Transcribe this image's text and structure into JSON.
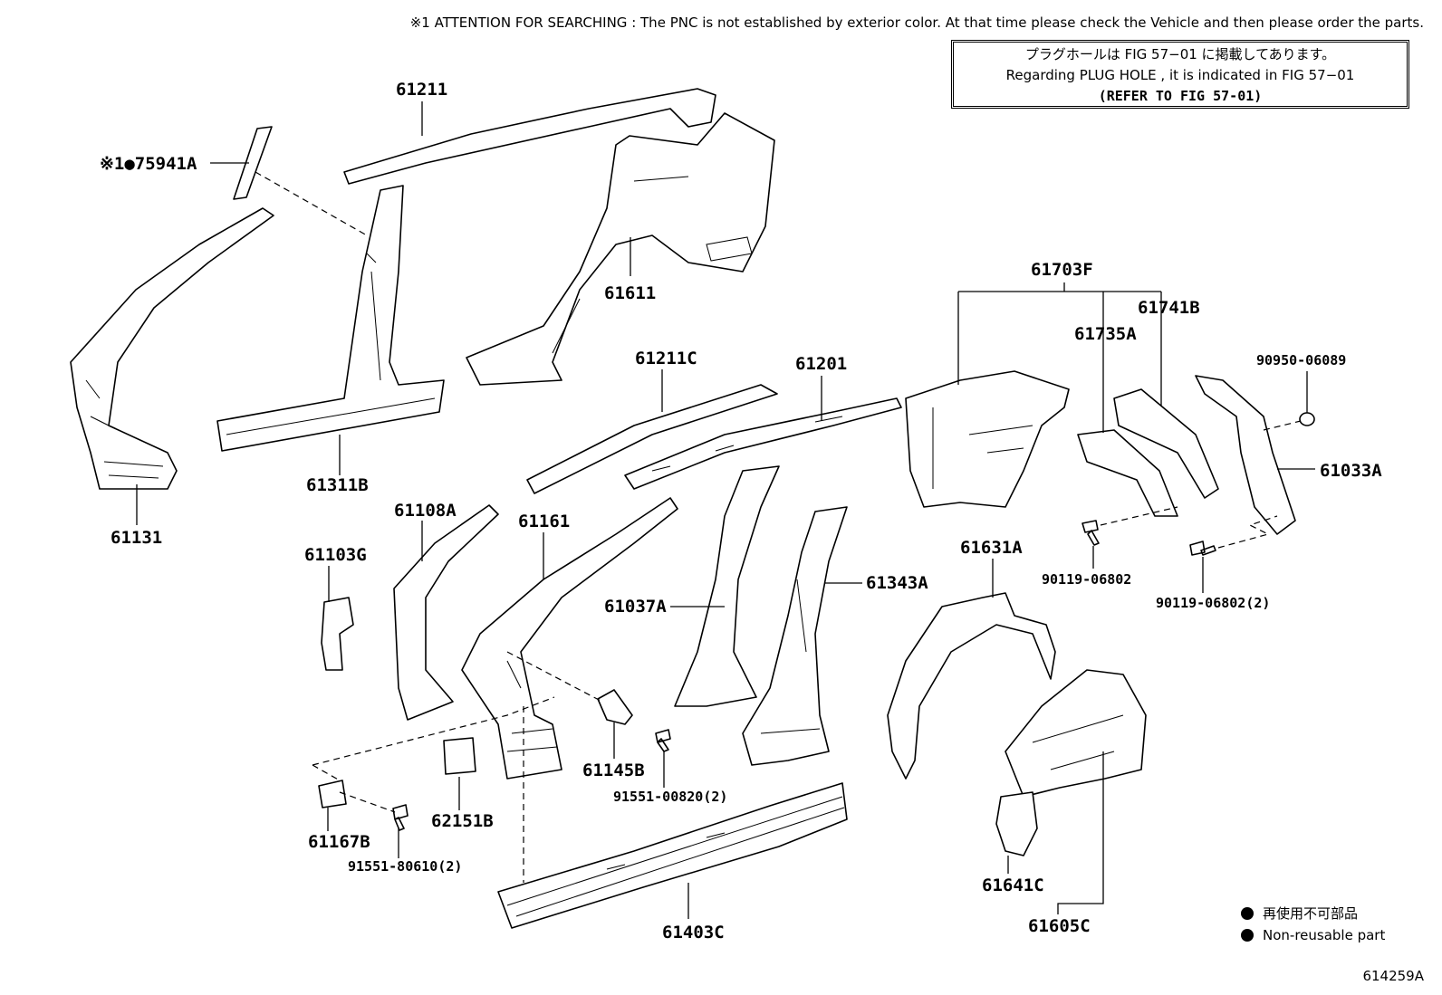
{
  "header": {
    "attention": "※1 ATTENTION FOR SEARCHING : The PNC is not established by exterior color. At that time please check the Vehicle and then please order the parts."
  },
  "refbox": {
    "line1": "プラグホールは FIG 57−01 に掲載してあります。",
    "line2": "Regarding PLUG HOLE , it is indicated in FIG 57−01",
    "line3": "(REFER TO FIG 57-01)"
  },
  "parts": {
    "p61211": "61211",
    "p75941A": "※1●75941A",
    "p61611": "61611",
    "p61311B": "61311B",
    "p61131": "61131",
    "p61211C": "61211C",
    "p61201": "61201",
    "p61703F": "61703F",
    "p61741B": "61741B",
    "p61735A": "61735A",
    "p90950": "90950-06089",
    "p61033A": "61033A",
    "p90119a": "90119-06802",
    "p90119b": "90119-06802(2)",
    "p61108A": "61108A",
    "p61161": "61161",
    "p61103G": "61103G",
    "p61037A": "61037A",
    "p61343A": "61343A",
    "p61631A": "61631A",
    "p61145B": "61145B",
    "p91551a": "91551-00820(2)",
    "p62151B": "62151B",
    "p61167B": "61167B",
    "p91551b": "91551-80610(2)",
    "p61403C": "61403C",
    "p61641C": "61641C",
    "p61605C": "61605C"
  },
  "legend": {
    "jp": "再使用不可部品",
    "en": "Non-reusable part"
  },
  "figure_id": "614259A"
}
